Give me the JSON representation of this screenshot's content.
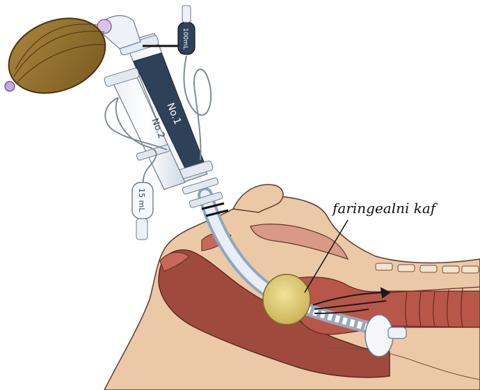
{
  "labels": {
    "cuff_label": "faringealni kaf",
    "lumen_1": "No.1",
    "lumen_2": "No.2",
    "syringe_small": "100mL",
    "syringe_large": "15 mL"
  },
  "colors": {
    "skin": "#ecc9a6",
    "tissue": "#a04a3e",
    "bag": "#8a6a30",
    "cuff": "#d9c46a",
    "tube_dark": "#2f4159"
  }
}
